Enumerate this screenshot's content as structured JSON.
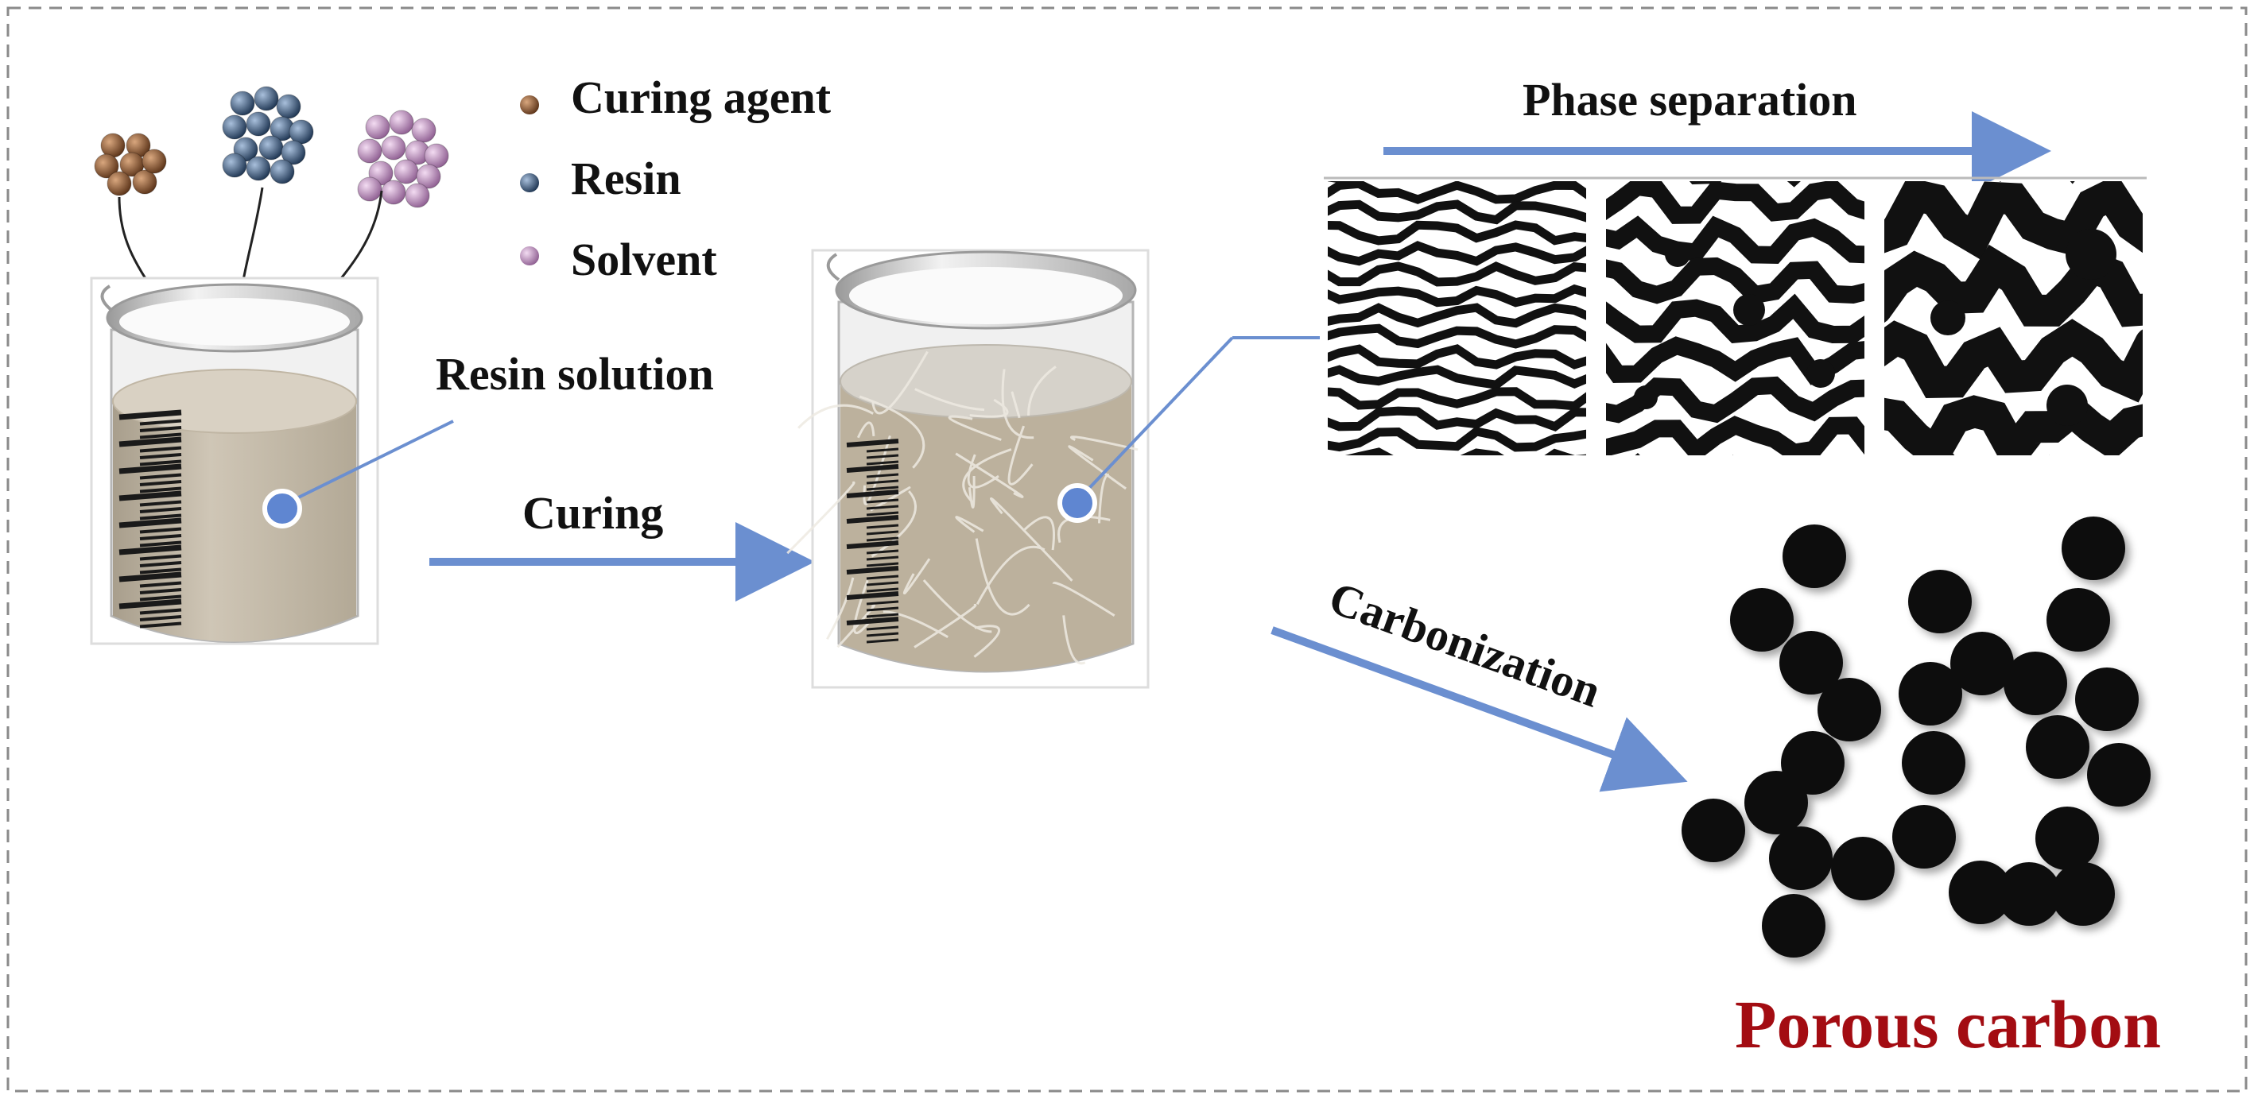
{
  "legend": {
    "items": [
      {
        "label": "Curing agent",
        "color": "#7a4a2a"
      },
      {
        "label": "Resin",
        "color": "#3d5a80"
      },
      {
        "label": "Solvent",
        "color": "#c79ac9"
      }
    ]
  },
  "labels": {
    "resin_solution": "Resin solution",
    "curing": "Curing",
    "phase_separation": "Phase separation",
    "carbonization": "Carbonization",
    "porous_carbon": "Porous carbon"
  },
  "colors": {
    "arrow": "#6b8fd0",
    "liquid": "#c8bfb0",
    "cured": "#bdb29e",
    "porous_text": "#a30c12",
    "particle": "#0d0d0d"
  }
}
